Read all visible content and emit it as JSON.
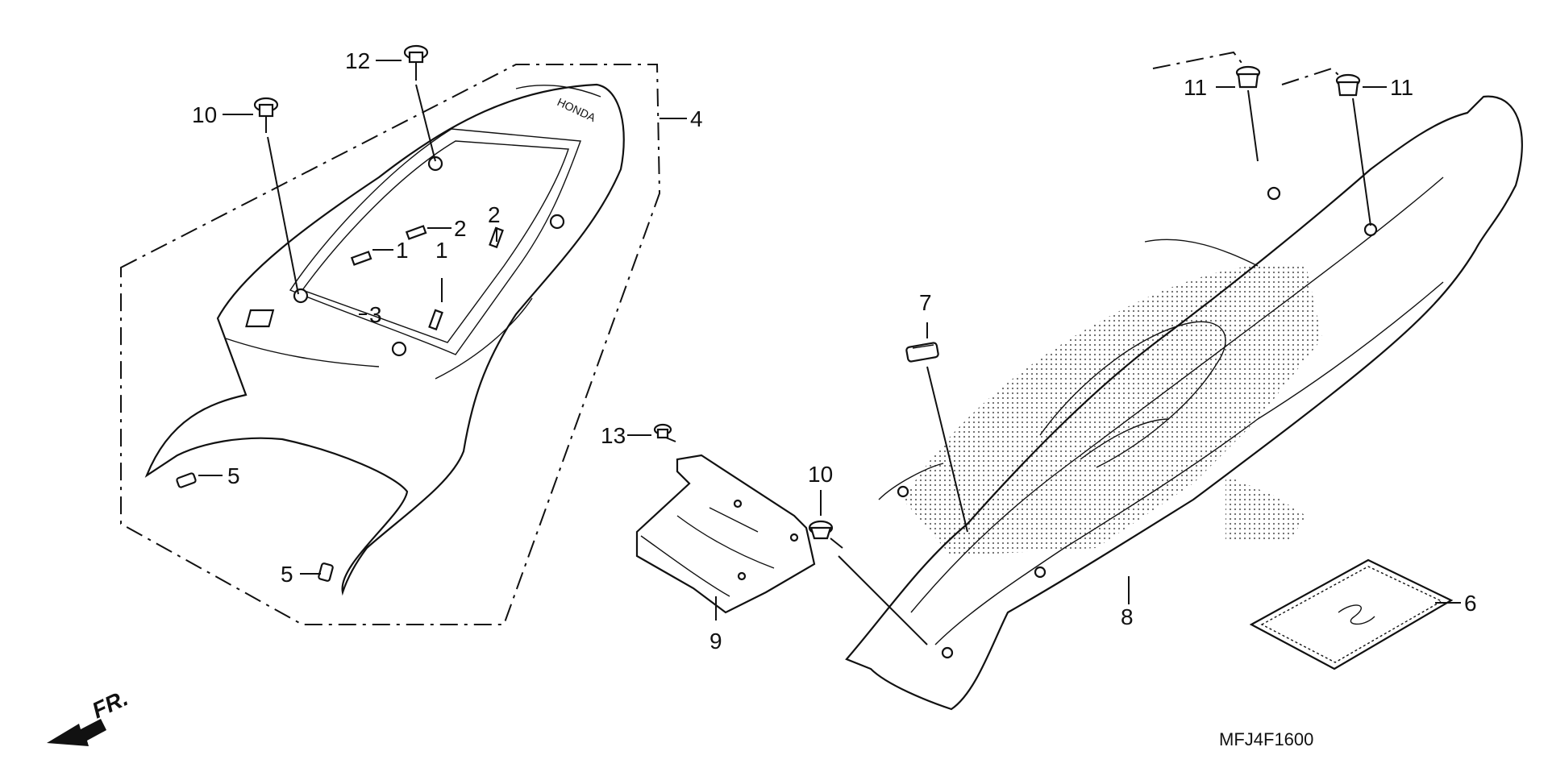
{
  "diagram_code": "MFJ4F1600",
  "direction_label": "FR.",
  "brand_mark": "HONDA",
  "callouts": {
    "c1a": "1",
    "c1b": "1",
    "c2a": "2",
    "c2b": "2",
    "c3": "3",
    "c4": "4",
    "c5a": "5",
    "c5b": "5",
    "c6": "6",
    "c7": "7",
    "c8": "8",
    "c9": "9",
    "c10a": "10",
    "c10b": "10",
    "c11a": "11",
    "c11b": "11",
    "c12": "12",
    "c13": "13"
  }
}
